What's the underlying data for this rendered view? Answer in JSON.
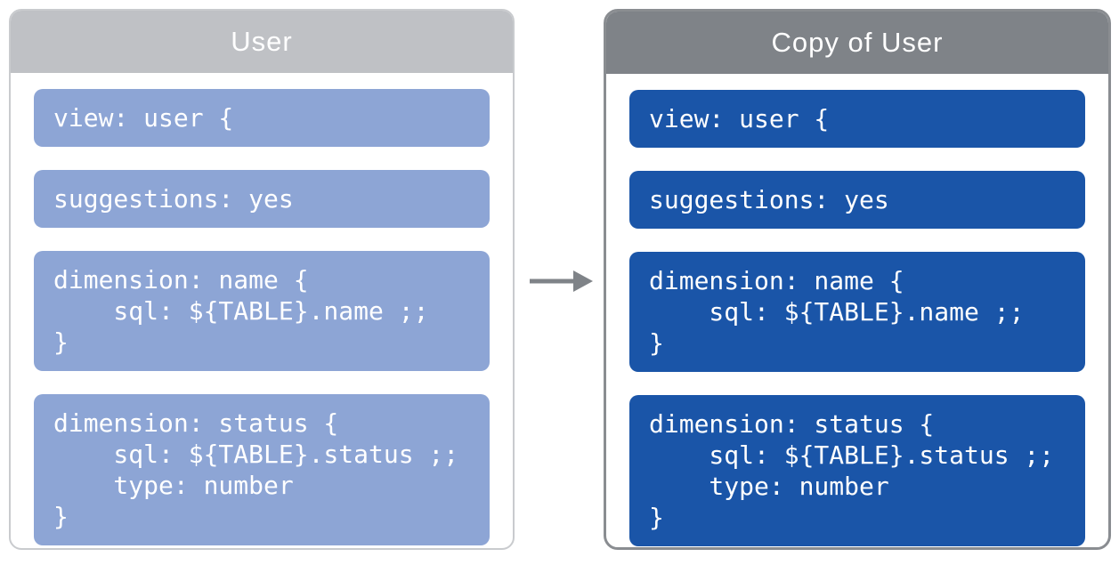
{
  "colors": {
    "background": "#ffffff",
    "left_header_bg": "#bfc1c5",
    "left_panel_border": "#c9cbce",
    "left_block_bg": "#8da5d5",
    "right_header_bg": "#7f8388",
    "right_panel_border": "#8a8d91",
    "right_block_bg": "#1a55a8",
    "code_text": "#ffffff",
    "title_text": "#ffffff",
    "arrow": "#7f8388"
  },
  "left_panel": {
    "title": "User",
    "blocks": [
      {
        "lines": [
          "view: user {"
        ]
      },
      {
        "lines": [
          "suggestions: yes"
        ]
      },
      {
        "lines": [
          "dimension: name {",
          "    sql: ${TABLE}.name ;;",
          "}"
        ]
      },
      {
        "lines": [
          "dimension: status {",
          "    sql: ${TABLE}.status ;;",
          "    type: number",
          "}"
        ]
      }
    ]
  },
  "right_panel": {
    "title": "Copy of User",
    "blocks": [
      {
        "lines": [
          "view: user {"
        ]
      },
      {
        "lines": [
          "suggestions: yes"
        ]
      },
      {
        "lines": [
          "dimension: name {",
          "    sql: ${TABLE}.name ;;",
          "}"
        ]
      },
      {
        "lines": [
          "dimension: status {",
          "    sql: ${TABLE}.status ;;",
          "    type: number",
          "}"
        ]
      }
    ]
  },
  "arrow": {
    "direction": "right"
  }
}
